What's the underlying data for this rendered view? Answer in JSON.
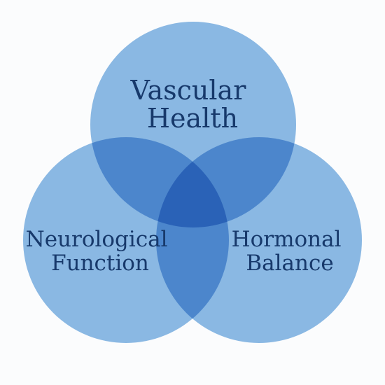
{
  "diagram": {
    "type": "venn-3",
    "colors": {
      "background": "#fbfcfd",
      "circle_fill": "#7fb3e2",
      "circle_opacity": "0.9",
      "label_text": "#17396b"
    },
    "sets": [
      {
        "id": "vascular",
        "lines": [
          "Vascular",
          "Health"
        ]
      },
      {
        "id": "neurological",
        "lines": [
          "Neurological",
          "Function"
        ]
      },
      {
        "id": "hormonal",
        "lines": [
          "Hormonal",
          "Balance"
        ]
      }
    ]
  }
}
